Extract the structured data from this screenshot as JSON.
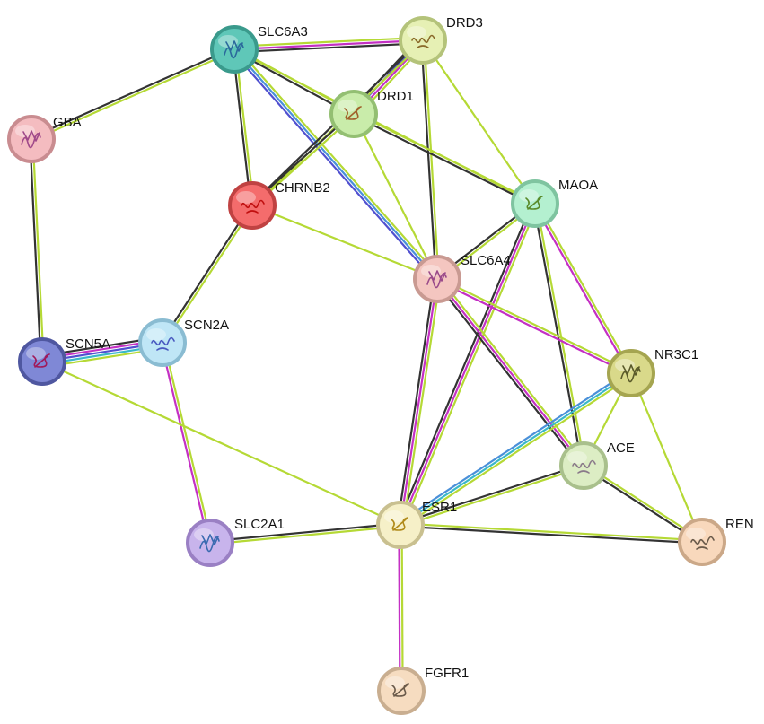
{
  "network": {
    "nodes": [
      {
        "id": "SLC6A3",
        "label": "SLC6A3",
        "fill": "#5fc7b8",
        "stroke": "#3a9a8c",
        "icon": "protein-structure-icon",
        "glyph": "#2b6a9c"
      },
      {
        "id": "DRD3",
        "label": "DRD3",
        "fill": "#e6f0b4",
        "stroke": "#b4c37a",
        "icon": "protein-structure-icon",
        "glyph": "#8a6a2a"
      },
      {
        "id": "DRD1",
        "label": "DRD1",
        "fill": "#c9ecaa",
        "stroke": "#93bf72",
        "icon": "protein-structure-icon",
        "glyph": "#a0602a"
      },
      {
        "id": "GBA",
        "label": "GBA",
        "fill": "#f4bcc0",
        "stroke": "#c98c90",
        "icon": "protein-structure-icon",
        "glyph": "#a04a8a"
      },
      {
        "id": "CHRNB2",
        "label": "CHRNB2",
        "fill": "#f46c6c",
        "stroke": "#c04242",
        "icon": "protein-structure-icon",
        "glyph": "#c01010"
      },
      {
        "id": "MAOA",
        "label": "MAOA",
        "fill": "#b4f0d0",
        "stroke": "#7fc4a0",
        "icon": "protein-structure-icon",
        "glyph": "#5a8a2a"
      },
      {
        "id": "SLC6A4",
        "label": "SLC6A4",
        "fill": "#f4c6c0",
        "stroke": "#c99a92",
        "icon": "protein-structure-icon",
        "glyph": "#9a4a8a"
      },
      {
        "id": "SCN2A",
        "label": "SCN2A",
        "fill": "#bfe6f6",
        "stroke": "#8abcd2",
        "icon": "protein-structure-icon",
        "glyph": "#4a5ac0"
      },
      {
        "id": "SCN5A",
        "label": "SCN5A",
        "fill": "#7f88d6",
        "stroke": "#4f57a0",
        "icon": "protein-structure-icon",
        "glyph": "#a01a5a"
      },
      {
        "id": "NR3C1",
        "label": "NR3C1",
        "fill": "#d9d98a",
        "stroke": "#a5a550",
        "icon": "protein-structure-icon",
        "glyph": "#5a5a2a"
      },
      {
        "id": "ACE",
        "label": "ACE",
        "fill": "#dcedc4",
        "stroke": "#a9c08c",
        "icon": "protein-structure-icon",
        "glyph": "#8a7a8a"
      },
      {
        "id": "ESR1",
        "label": "ESR1",
        "fill": "#f6f0c8",
        "stroke": "#c9c090",
        "icon": "protein-structure-icon",
        "glyph": "#b08a1a"
      },
      {
        "id": "SLC2A1",
        "label": "SLC2A1",
        "fill": "#c8b4ec",
        "stroke": "#9a80c4",
        "icon": "protein-structure-icon",
        "glyph": "#3a6ab0"
      },
      {
        "id": "REN",
        "label": "REN",
        "fill": "#f8d8bc",
        "stroke": "#cba888",
        "icon": "protein-structure-icon",
        "glyph": "#6a5a4a"
      },
      {
        "id": "FGFR1",
        "label": "FGFR1",
        "fill": "#f6dcc0",
        "stroke": "#c9ae90",
        "icon": "protein-structure-icon",
        "glyph": "#6a5a4a"
      }
    ],
    "edge_colors": {
      "textmining": "#b5d935",
      "coexpression": "#333333",
      "experiments": "#c430c4",
      "databases": "#4a90d9",
      "homology": "#5050d0",
      "cooccurrence": "#3ab8c8"
    },
    "edges": [
      {
        "source": "SLC6A3",
        "target": "DRD3",
        "types": [
          "textmining",
          "experiments",
          "coexpression"
        ]
      },
      {
        "source": "SLC6A3",
        "target": "DRD1",
        "types": [
          "textmining",
          "coexpression"
        ]
      },
      {
        "source": "SLC6A3",
        "target": "GBA",
        "types": [
          "textmining",
          "coexpression"
        ]
      },
      {
        "source": "SLC6A3",
        "target": "CHRNB2",
        "types": [
          "textmining",
          "coexpression"
        ]
      },
      {
        "source": "SLC6A3",
        "target": "SLC6A4",
        "types": [
          "textmining",
          "databases",
          "homology"
        ]
      },
      {
        "source": "SLC6A3",
        "target": "MAOA",
        "types": [
          "textmining"
        ]
      },
      {
        "source": "DRD3",
        "target": "DRD1",
        "types": [
          "textmining",
          "experiments",
          "homology",
          "coexpression"
        ]
      },
      {
        "source": "DRD3",
        "target": "CHRNB2",
        "types": [
          "textmining",
          "coexpression"
        ]
      },
      {
        "source": "DRD3",
        "target": "MAOA",
        "types": [
          "textmining"
        ]
      },
      {
        "source": "DRD3",
        "target": "SLC6A4",
        "types": [
          "textmining",
          "coexpression"
        ]
      },
      {
        "source": "DRD1",
        "target": "MAOA",
        "types": [
          "textmining",
          "coexpression"
        ]
      },
      {
        "source": "DRD1",
        "target": "SLC6A4",
        "types": [
          "textmining"
        ]
      },
      {
        "source": "DRD1",
        "target": "CHRNB2",
        "types": [
          "textmining",
          "coexpression"
        ]
      },
      {
        "source": "GBA",
        "target": "SCN5A",
        "types": [
          "textmining",
          "coexpression"
        ]
      },
      {
        "source": "CHRNB2",
        "target": "SCN2A",
        "types": [
          "textmining",
          "coexpression"
        ]
      },
      {
        "source": "CHRNB2",
        "target": "SLC6A4",
        "types": [
          "textmining"
        ]
      },
      {
        "source": "MAOA",
        "target": "SLC6A4",
        "types": [
          "textmining",
          "coexpression"
        ]
      },
      {
        "source": "MAOA",
        "target": "NR3C1",
        "types": [
          "textmining",
          "experiments"
        ]
      },
      {
        "source": "MAOA",
        "target": "ACE",
        "types": [
          "textmining",
          "coexpression"
        ]
      },
      {
        "source": "MAOA",
        "target": "ESR1",
        "types": [
          "textmining",
          "experiments",
          "coexpression"
        ]
      },
      {
        "source": "SLC6A4",
        "target": "NR3C1",
        "types": [
          "textmining",
          "experiments"
        ]
      },
      {
        "source": "SLC6A4",
        "target": "ACE",
        "types": [
          "textmining",
          "experiments",
          "coexpression"
        ]
      },
      {
        "source": "SLC6A4",
        "target": "ESR1",
        "types": [
          "textmining",
          "experiments",
          "coexpression"
        ]
      },
      {
        "source": "SCN2A",
        "target": "SCN5A",
        "types": [
          "textmining",
          "cooccurrence",
          "homology",
          "experiments",
          "coexpression"
        ]
      },
      {
        "source": "SCN2A",
        "target": "SLC2A1",
        "types": [
          "textmining",
          "experiments"
        ]
      },
      {
        "source": "SCN5A",
        "target": "ESR1",
        "types": [
          "textmining"
        ]
      },
      {
        "source": "NR3C1",
        "target": "ESR1",
        "types": [
          "textmining",
          "cooccurrence",
          "databases"
        ]
      },
      {
        "source": "NR3C1",
        "target": "ACE",
        "types": [
          "textmining"
        ]
      },
      {
        "source": "NR3C1",
        "target": "REN",
        "types": [
          "textmining"
        ]
      },
      {
        "source": "ACE",
        "target": "ESR1",
        "types": [
          "textmining",
          "coexpression"
        ]
      },
      {
        "source": "ACE",
        "target": "REN",
        "types": [
          "textmining",
          "coexpression"
        ]
      },
      {
        "source": "ESR1",
        "target": "SLC2A1",
        "types": [
          "textmining",
          "coexpression"
        ]
      },
      {
        "source": "ESR1",
        "target": "REN",
        "types": [
          "textmining",
          "coexpression"
        ]
      },
      {
        "source": "ESR1",
        "target": "FGFR1",
        "types": [
          "textmining",
          "experiments"
        ]
      }
    ]
  }
}
